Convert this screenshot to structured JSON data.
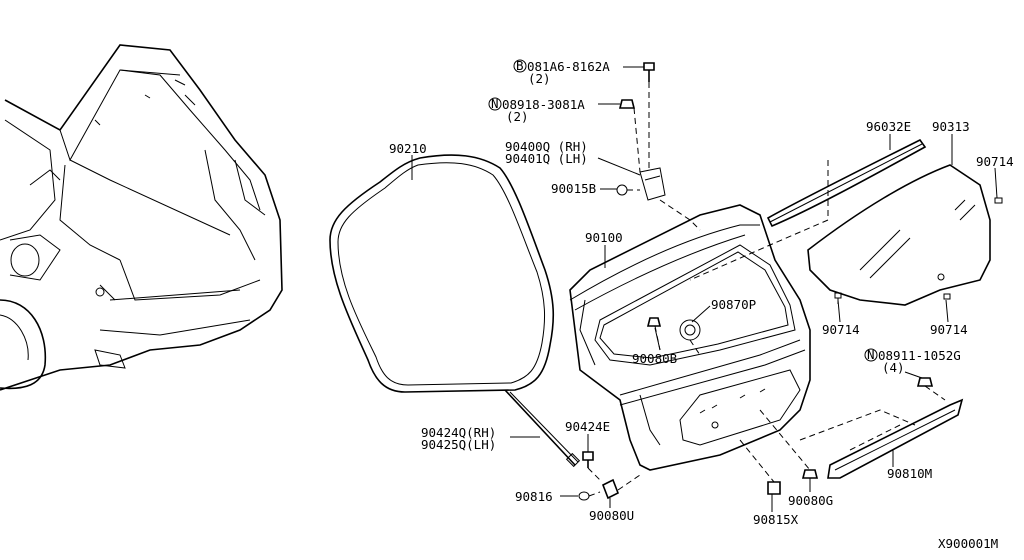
{
  "diagram": {
    "id": "X900001M",
    "labels": {
      "bolt": "081A6-8162A",
      "bolt_qty": "(2)",
      "nut": "08918-3081A",
      "nut_qty": "(2)",
      "hinge_rh": "90400Q (RH)",
      "hinge_lh": "90401Q (LH)",
      "bolt_small": "90015B",
      "weatherstrip": "90210",
      "back_door": "90100",
      "bumper_rubber": "90870P",
      "clip_b": "90080B",
      "stay_rh": "90424Q(RH)",
      "stay_lh": "90425Q(LH)",
      "ball_stud": "90424E",
      "cap": "90816",
      "clip_u": "90080U",
      "finisher_clip": "90815X",
      "clip_g": "90080G",
      "finisher": "90810M",
      "nut2": "08911-1052G",
      "nut2_qty": "(4)",
      "spoiler_seal": "96032E",
      "glass": "90313",
      "glass_clip_top": "90714",
      "glass_clip_left": "90714",
      "glass_clip_right": "90714"
    },
    "prefix": {
      "bolt": "B",
      "nut": "N",
      "nut2": "N"
    }
  }
}
